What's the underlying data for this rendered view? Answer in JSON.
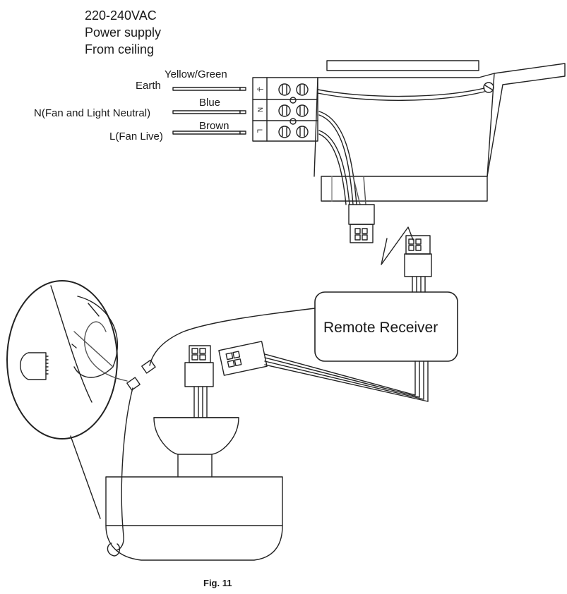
{
  "supply": {
    "line1": "220-240VAC",
    "line2": "Power supply",
    "line3": "From ceiling"
  },
  "wires": {
    "earth": {
      "color_label": "Yellow/Green",
      "terminal_label": "Earth"
    },
    "neutral": {
      "color_label": "Blue",
      "terminal_label": "N(Fan and Light Neutral)"
    },
    "live": {
      "color_label": "Brown",
      "terminal_label": "L(Fan Live)"
    }
  },
  "terminal_block": {
    "earth_symbol": "⏚",
    "n_letter": "N",
    "l_letter": "L"
  },
  "remote_receiver": {
    "label": "Remote Receiver"
  },
  "figure": {
    "caption": "Fig. 11"
  }
}
